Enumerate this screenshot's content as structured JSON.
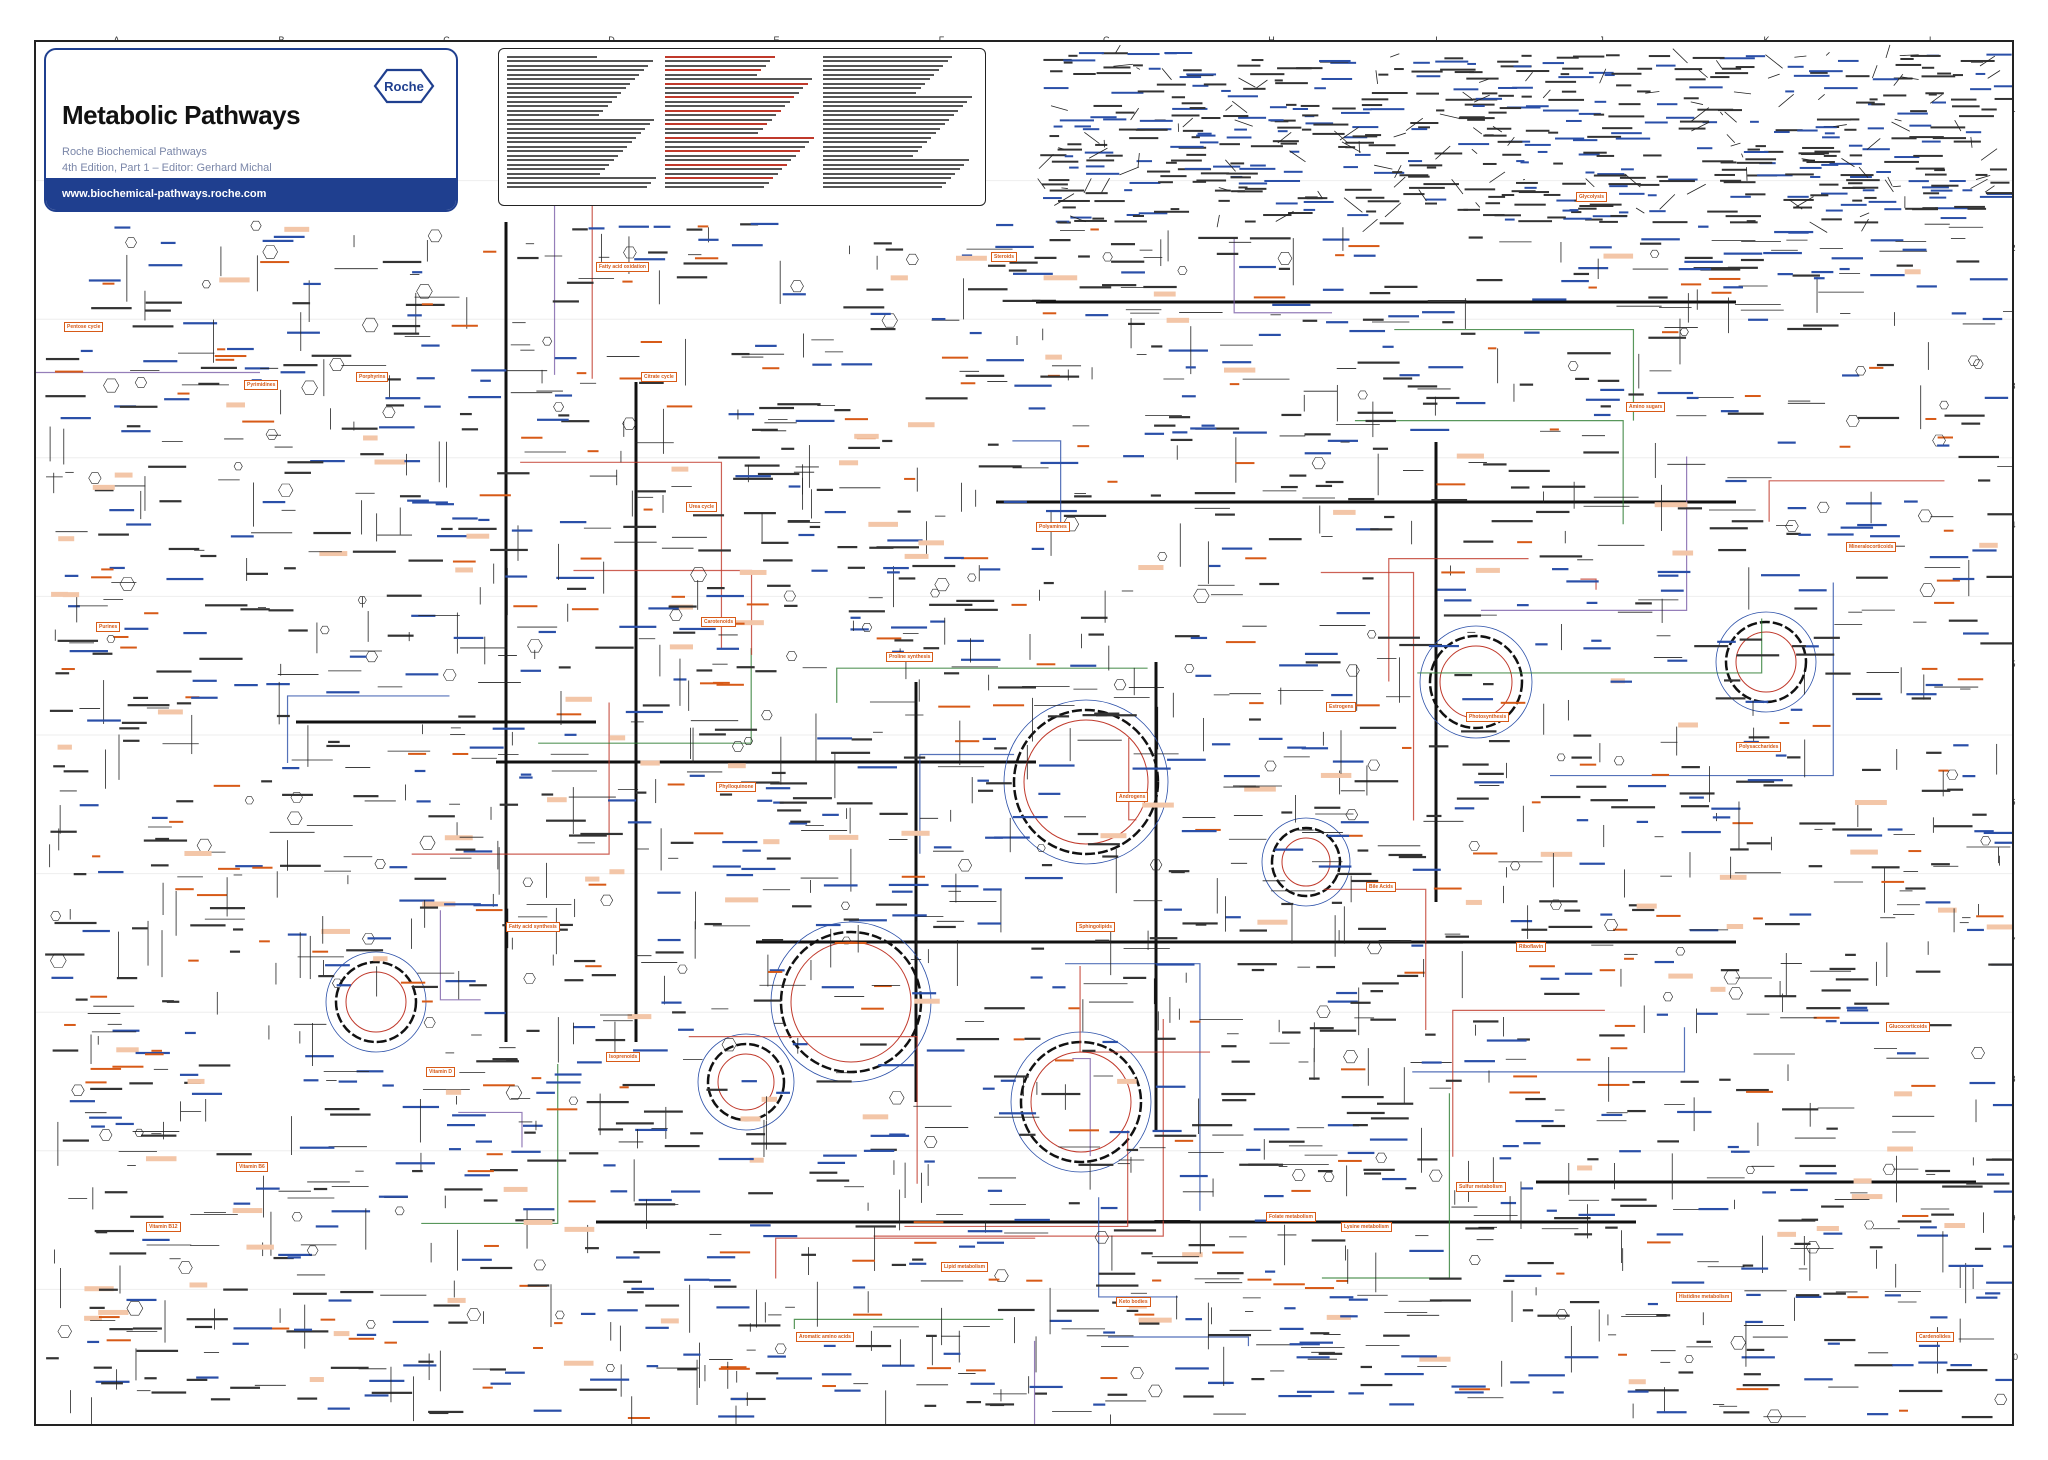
{
  "header": {
    "title": "Metabolic Pathways",
    "publisher": "Roche Biochemical Pathways",
    "edition": "4th Edition, Part 1 – Editor: Gerhard Michal",
    "url": "www.biochemical-pathways.roche.com",
    "logo_text": "Roche"
  },
  "grid": {
    "columns": [
      "A",
      "B",
      "C",
      "D",
      "E",
      "F",
      "G",
      "H",
      "I",
      "J",
      "K",
      "L"
    ],
    "rows": [
      "1",
      "2",
      "3",
      "4",
      "5",
      "6",
      "7",
      "8",
      "9",
      "10"
    ]
  },
  "pathway_labels": [
    "Pentose cycle",
    "Purines",
    "Pyrimidines",
    "Porphyrins",
    "Fatty acid synthesis",
    "Fatty acid oxidation",
    "Citrate cycle",
    "Urea cycle",
    "Carotenoids",
    "Phylloquinone",
    "Isoprenoids",
    "Steroids",
    "Androgens",
    "Estrogens",
    "Bile Acids",
    "Photosynthesis",
    "Glycolysis",
    "Amino sugars",
    "Polysaccharides",
    "Mineralocorticoids",
    "Glucocorticoids",
    "Cardenolides",
    "Sphingolipids",
    "Lipid metabolism",
    "Keto bodies",
    "Lysine metabolism",
    "Sulfur metabolism",
    "Histidine metabolism",
    "Aromatic amino acids",
    "Vitamin B6",
    "Vitamin B12",
    "Vitamin D",
    "Polyamines",
    "Proline synthesis",
    "Folate metabolism",
    "Riboflavin"
  ],
  "colors": {
    "brand": "#1f3f8f",
    "enzyme": "#2a4fa8",
    "pathway": "#d75a17",
    "reaction": "#222222",
    "link": "#c0392b",
    "green": "#2e7d32"
  }
}
